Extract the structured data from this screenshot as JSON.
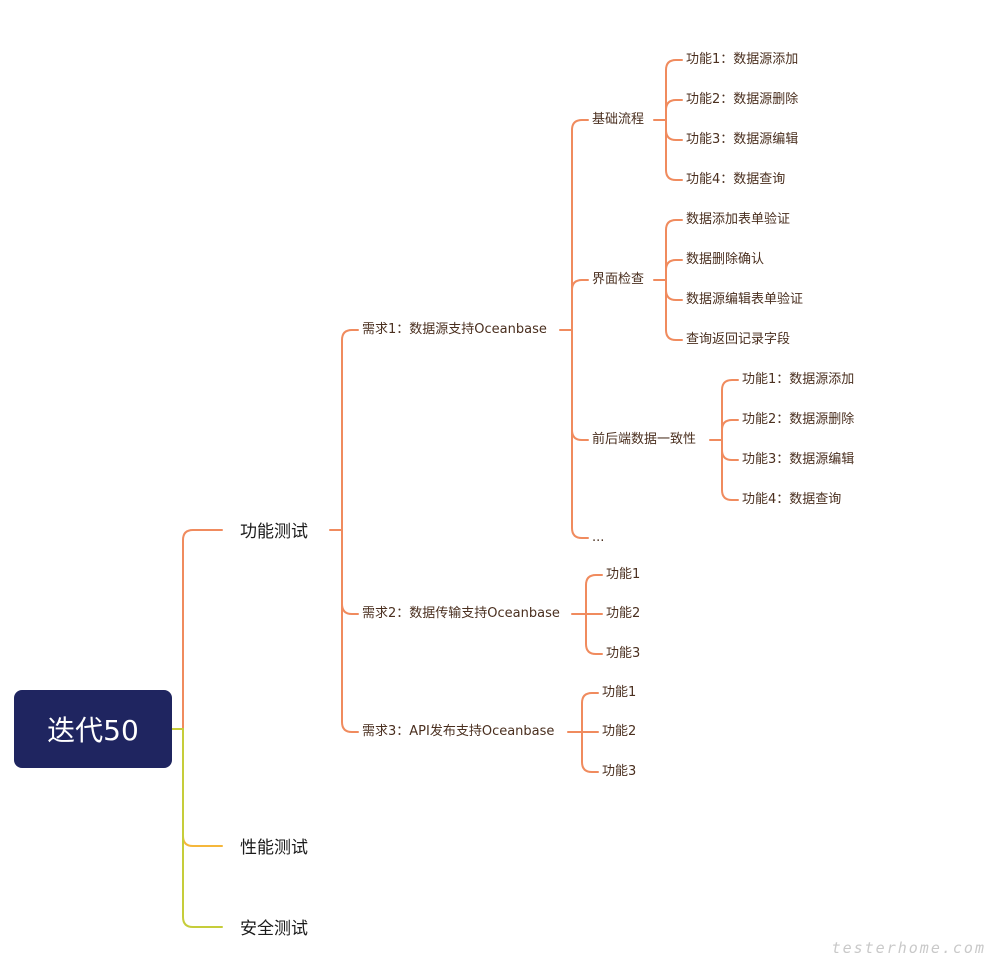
{
  "root": {
    "label": "迭代50"
  },
  "colors": {
    "orange": "#f08b5e",
    "yellow": "#f5b73b",
    "lime": "#c6cd3a",
    "root_bg": "#1f2560"
  },
  "branches": {
    "functional": "功能测试",
    "performance": "性能测试",
    "security": "安全测试"
  },
  "req1": {
    "label": "需求1：数据源支持Oceanbase",
    "basic_flow": {
      "label": "基础流程",
      "items": [
        "功能1：数据源添加",
        "功能2：数据源删除",
        "功能3：数据源编辑",
        "功能4：数据查询"
      ]
    },
    "ui_check": {
      "label": "界面检查",
      "items": [
        "数据添加表单验证",
        "数据删除确认",
        "数据源编辑表单验证",
        "查询返回记录字段"
      ]
    },
    "consistency": {
      "label": "前后端数据一致性",
      "items": [
        "功能1：数据源添加",
        "功能2：数据源删除",
        "功能3：数据源编辑",
        "功能4：数据查询"
      ]
    },
    "more": "..."
  },
  "req2": {
    "label": "需求2：数据传输支持Oceanbase",
    "items": [
      "功能1",
      "功能2",
      "功能3"
    ]
  },
  "req3": {
    "label": "需求3：API发布支持Oceanbase",
    "items": [
      "功能1",
      "功能2",
      "功能3"
    ]
  },
  "watermark": "testerhome.com"
}
